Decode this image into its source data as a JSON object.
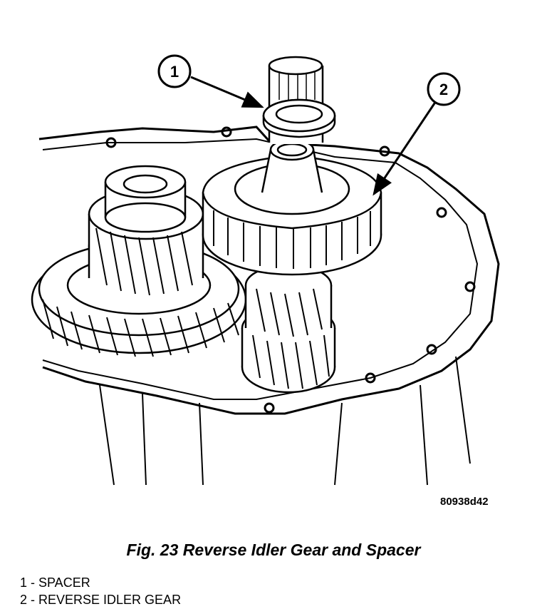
{
  "figure": {
    "image_code": "80938d42",
    "callouts": [
      {
        "number": "1",
        "part": "spacer"
      },
      {
        "number": "2",
        "part": "reverse-idler-gear"
      }
    ]
  },
  "caption": "Fig. 23 Reverse Idler Gear and Spacer",
  "legend": {
    "items": [
      {
        "text": "1 - SPACER"
      },
      {
        "text": "2 - REVERSE IDLER GEAR"
      }
    ]
  }
}
